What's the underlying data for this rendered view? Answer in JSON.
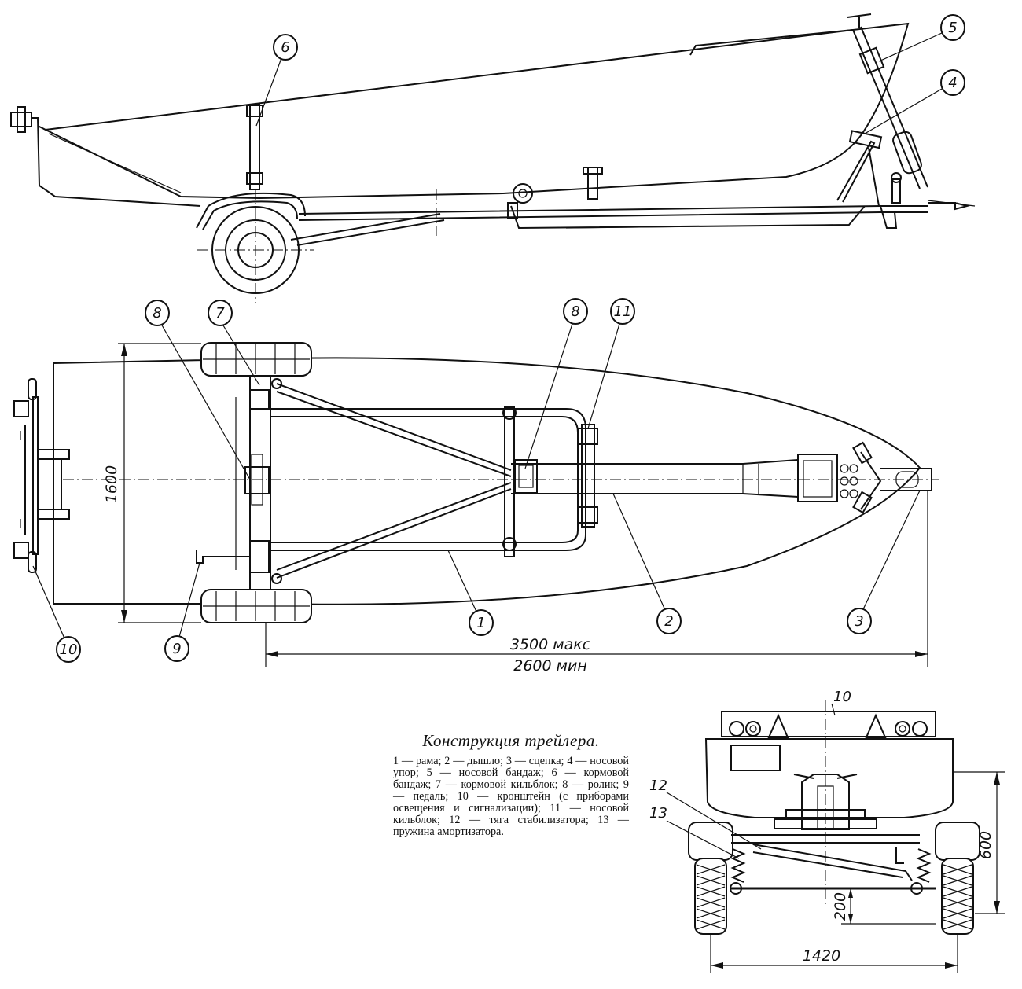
{
  "callouts": {
    "side": [
      "6",
      "5",
      "4"
    ],
    "top": [
      "8",
      "7",
      "8",
      "11",
      "10",
      "9",
      "1",
      "2",
      "3"
    ],
    "rear": [
      "10",
      "12",
      "13"
    ]
  },
  "dimensions": {
    "width_top": "1600",
    "length_max": "3500 макс",
    "length_min": "2600 мин",
    "rear_height": "600",
    "rear_clearance": "200",
    "rear_track": "1420"
  },
  "caption": {
    "title": "Конструкция трейлера.",
    "body": "1 — рама; 2 — дышло; 3 — сцепка; 4 — носовой упор; 5 — носовой бандаж; 6 — кормовой бандаж; 7 — кормовой кильблок; 8 — ролик; 9 — педаль; 10 — кронштейн (с приборами освещения и сигнализации); 11 — носовой кильблок; 12 — тяга стабилизатора; 13 — пружина амортизатора."
  }
}
